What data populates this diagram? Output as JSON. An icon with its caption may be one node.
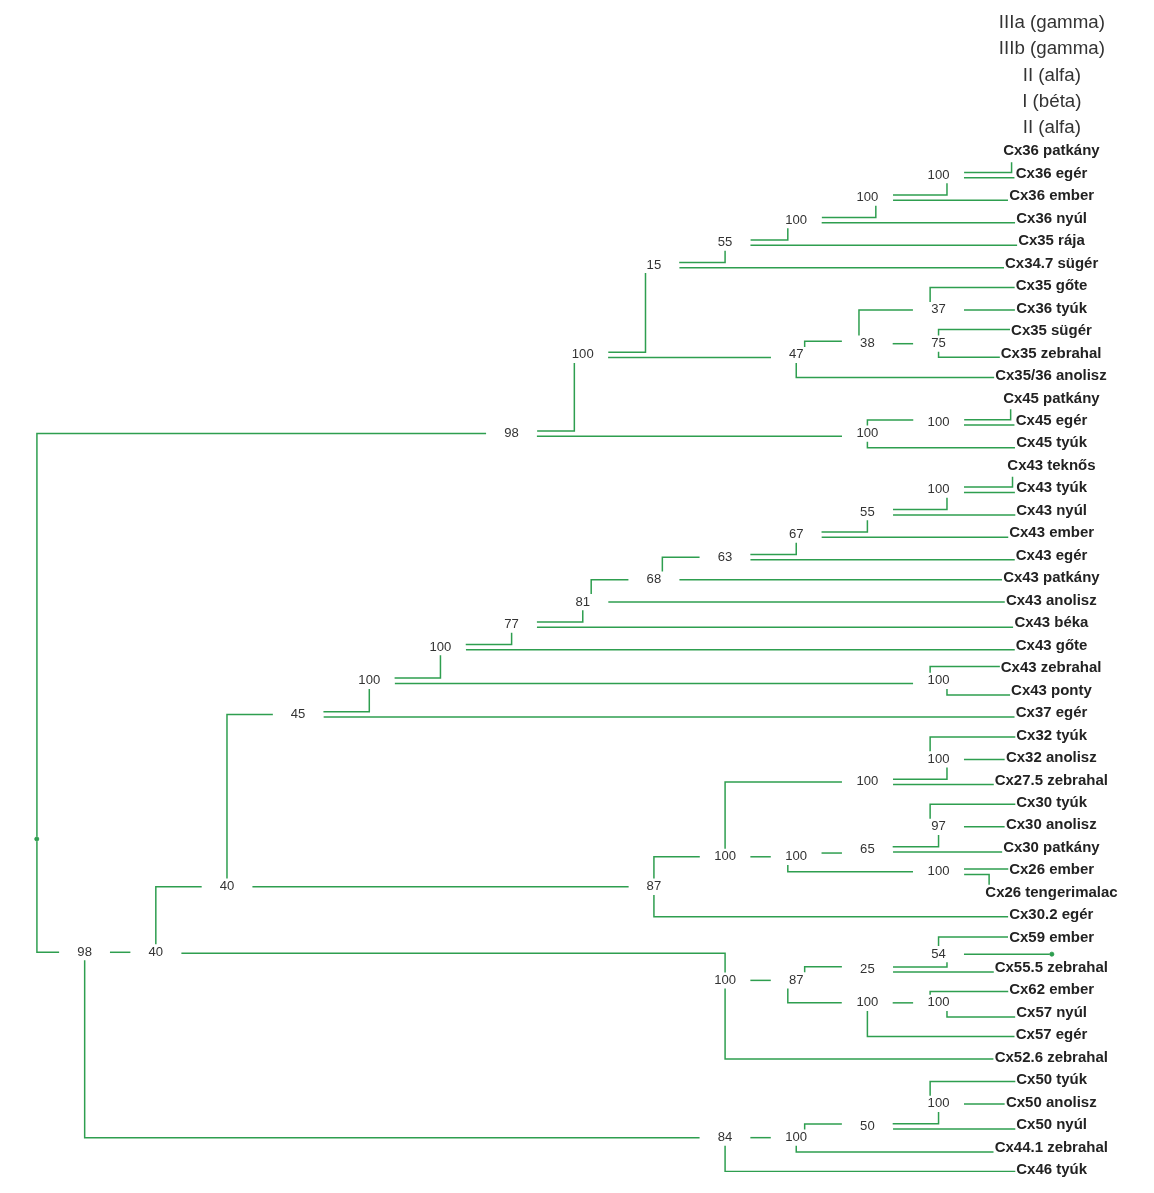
{
  "diagram": {
    "nodes": [
      {
        "text": [],
        "shape": "point"
      },
      {
        "text": [
          "98"
        ]
      },
      {
        "text": [
          "100"
        ]
      },
      {
        "text": [
          "15"
        ]
      },
      {
        "text": [
          "55"
        ]
      },
      {
        "text": [
          "100"
        ]
      },
      {
        "text": [
          "100"
        ]
      },
      {
        "text": [
          "100"
        ]
      },
      {
        "text": [
          "Cx36 patkány"
        ]
      },
      {
        "text": [
          "Cx36 egér"
        ]
      },
      {
        "text": [
          "Cx36 ember"
        ]
      },
      {
        "text": [
          "Cx36 nyúl"
        ]
      },
      {
        "text": [
          "Cx35 rája"
        ]
      },
      {
        "text": [
          "Cx34.7 sügér"
        ]
      },
      {
        "text": [
          "47"
        ]
      },
      {
        "text": [
          "38"
        ]
      },
      {
        "text": [
          "37"
        ]
      },
      {
        "text": [
          "Cx35 gőte"
        ]
      },
      {
        "text": [
          "Cx36 tyúk"
        ]
      },
      {
        "text": [
          "75"
        ]
      },
      {
        "text": [
          "Cx35 sügér"
        ]
      },
      {
        "text": [
          "Cx35 zebrahal"
        ]
      },
      {
        "text": [
          "Cx35/36 anolisz"
        ]
      },
      {
        "text": [
          "100"
        ]
      },
      {
        "text": [
          "100"
        ]
      },
      {
        "text": [
          "Cx45 patkány"
        ]
      },
      {
        "text": [
          "Cx45 egér"
        ]
      },
      {
        "text": [
          "Cx45 tyúk"
        ]
      },
      {
        "text": [
          "98"
        ]
      },
      {
        "text": [
          "40"
        ]
      },
      {
        "text": [
          "40"
        ]
      },
      {
        "text": [
          "45"
        ]
      },
      {
        "text": [
          "100"
        ]
      },
      {
        "text": [
          "100"
        ]
      },
      {
        "text": [
          "77"
        ]
      },
      {
        "text": [
          "81"
        ]
      },
      {
        "text": [
          "68"
        ]
      },
      {
        "text": [
          "63"
        ]
      },
      {
        "text": [
          "67"
        ]
      },
      {
        "text": [
          "55"
        ]
      },
      {
        "text": [
          "100"
        ]
      },
      {
        "text": [
          "Cx43 teknős"
        ]
      },
      {
        "text": [
          "Cx43 tyúk"
        ]
      },
      {
        "text": [
          "Cx43 nyúl"
        ]
      },
      {
        "text": [
          "Cx43 ember"
        ]
      },
      {
        "text": [
          "Cx43 egér"
        ]
      },
      {
        "text": [
          "Cx43 patkány"
        ]
      },
      {
        "text": [
          "Cx43 anolisz"
        ]
      },
      {
        "text": [
          "Cx43 béka"
        ]
      },
      {
        "text": [
          "Cx43 gőte"
        ]
      },
      {
        "text": [
          "100"
        ]
      },
      {
        "text": [
          "Cx43 zebrahal"
        ]
      },
      {
        "text": [
          "Cx43 ponty"
        ]
      },
      {
        "text": [
          "Cx37 egér"
        ]
      },
      {
        "text": [
          "87"
        ]
      },
      {
        "text": [
          "100"
        ]
      },
      {
        "text": [
          "100"
        ]
      },
      {
        "text": [
          "100"
        ]
      },
      {
        "text": [
          "Cx32 tyúk"
        ]
      },
      {
        "text": [
          "Cx32 anolisz"
        ]
      },
      {
        "text": [
          "Cx27.5 zebrahal"
        ]
      },
      {
        "text": [
          "100"
        ]
      },
      {
        "text": [
          "65"
        ]
      },
      {
        "text": [
          "97"
        ]
      },
      {
        "text": [
          "Cx30 tyúk"
        ]
      },
      {
        "text": [
          "Cx30 anolisz"
        ]
      },
      {
        "text": [
          "Cx30 patkány"
        ]
      },
      {
        "text": [
          "100"
        ]
      },
      {
        "text": [
          "Cx26 ember"
        ]
      },
      {
        "text": [
          "Cx26 tengerimalac"
        ]
      },
      {
        "text": [
          "Cx30.2 egér"
        ]
      },
      {
        "text": [
          "100"
        ]
      },
      {
        "text": [
          "87"
        ]
      },
      {
        "text": [
          "25"
        ]
      },
      {
        "text": [
          "54"
        ]
      },
      {
        "text": [
          "Cx59 ember"
        ]
      },
      {
        "text": [],
        "shape": "point"
      },
      {
        "text": [
          "Cx55.5 zebrahal"
        ]
      },
      {
        "text": [
          "100"
        ]
      },
      {
        "text": [
          "100"
        ]
      },
      {
        "text": [
          "Cx62 ember"
        ]
      },
      {
        "text": [
          "Cx57 nyúl"
        ]
      },
      {
        "text": [
          "Cx57 egér"
        ]
      },
      {
        "text": [
          "Cx52.6 zebrahal"
        ]
      },
      {
        "text": [
          "84"
        ]
      },
      {
        "text": [
          "100"
        ]
      },
      {
        "text": [
          "50"
        ]
      },
      {
        "text": [
          "100"
        ]
      },
      {
        "text": [
          "Cx50 tyúk"
        ]
      },
      {
        "text": [
          "Cx50 anolisz"
        ]
      },
      {
        "text": [
          "Cx50 nyúl"
        ]
      },
      {
        "text": [
          "Cx44.1 zebrahal"
        ]
      },
      {
        "text": [
          "Cx46 tyúk"
        ]
      }
    ],
    "edges": [
      {
        "from": 0,
        "to": 1,
        "arrow": "none"
      },
      {
        "from": 0,
        "to": 28,
        "arrow": "none"
      },
      {
        "from": 1,
        "to": 2,
        "arrow": "none"
      },
      {
        "from": 1,
        "to": 23,
        "arrow": "none"
      },
      {
        "from": 2,
        "to": 3,
        "arrow": "none"
      },
      {
        "from": 2,
        "to": 14,
        "arrow": "none"
      },
      {
        "from": 3,
        "to": 4,
        "arrow": "none"
      },
      {
        "from": 3,
        "to": 13,
        "arrow": "none"
      },
      {
        "from": 4,
        "to": 5,
        "arrow": "none"
      },
      {
        "from": 4,
        "to": 12,
        "arrow": "none"
      },
      {
        "from": 5,
        "to": 6,
        "arrow": "none"
      },
      {
        "from": 5,
        "to": 11,
        "arrow": "none"
      },
      {
        "from": 6,
        "to": 7,
        "arrow": "none"
      },
      {
        "from": 6,
        "to": 10,
        "arrow": "none"
      },
      {
        "from": 7,
        "to": 8,
        "arrow": "none"
      },
      {
        "from": 7,
        "to": 9,
        "arrow": "none"
      },
      {
        "from": 14,
        "to": 15,
        "arrow": "none"
      },
      {
        "from": 14,
        "to": 22,
        "arrow": "none"
      },
      {
        "from": 15,
        "to": 16,
        "arrow": "none"
      },
      {
        "from": 15,
        "to": 19,
        "arrow": "none"
      },
      {
        "from": 16,
        "to": 17,
        "arrow": "none"
      },
      {
        "from": 16,
        "to": 18,
        "arrow": "none"
      },
      {
        "from": 19,
        "to": 20,
        "arrow": "none"
      },
      {
        "from": 19,
        "to": 21,
        "arrow": "none"
      },
      {
        "from": 23,
        "to": 24,
        "arrow": "none"
      },
      {
        "from": 23,
        "to": 27,
        "arrow": "none"
      },
      {
        "from": 24,
        "to": 25,
        "arrow": "none"
      },
      {
        "from": 24,
        "to": 26,
        "arrow": "none"
      },
      {
        "from": 28,
        "to": 29,
        "arrow": "none"
      },
      {
        "from": 28,
        "to": 84,
        "arrow": "none"
      },
      {
        "from": 29,
        "to": 30,
        "arrow": "none"
      },
      {
        "from": 29,
        "to": 71,
        "arrow": "none"
      },
      {
        "from": 30,
        "to": 31,
        "arrow": "none"
      },
      {
        "from": 30,
        "to": 54,
        "arrow": "none"
      },
      {
        "from": 31,
        "to": 32,
        "arrow": "none"
      },
      {
        "from": 31,
        "to": 53,
        "arrow": "none"
      },
      {
        "from": 32,
        "to": 33,
        "arrow": "none"
      },
      {
        "from": 32,
        "to": 50,
        "arrow": "none"
      },
      {
        "from": 33,
        "to": 34,
        "arrow": "none"
      },
      {
        "from": 33,
        "to": 49,
        "arrow": "none"
      },
      {
        "from": 34,
        "to": 35,
        "arrow": "none"
      },
      {
        "from": 34,
        "to": 48,
        "arrow": "none"
      },
      {
        "from": 35,
        "to": 36,
        "arrow": "none"
      },
      {
        "from": 35,
        "to": 47,
        "arrow": "none"
      },
      {
        "from": 36,
        "to": 37,
        "arrow": "none"
      },
      {
        "from": 36,
        "to": 46,
        "arrow": "none"
      },
      {
        "from": 37,
        "to": 38,
        "arrow": "none"
      },
      {
        "from": 37,
        "to": 45,
        "arrow": "none"
      },
      {
        "from": 38,
        "to": 39,
        "arrow": "none"
      },
      {
        "from": 38,
        "to": 44,
        "arrow": "none"
      },
      {
        "from": 39,
        "to": 40,
        "arrow": "none"
      },
      {
        "from": 39,
        "to": 43,
        "arrow": "none"
      },
      {
        "from": 40,
        "to": 41,
        "arrow": "none"
      },
      {
        "from": 40,
        "to": 42,
        "arrow": "none"
      },
      {
        "from": 50,
        "to": 51,
        "arrow": "none"
      },
      {
        "from": 50,
        "to": 52,
        "arrow": "none"
      },
      {
        "from": 54,
        "to": 55,
        "arrow": "none"
      },
      {
        "from": 54,
        "to": 70,
        "arrow": "none"
      },
      {
        "from": 55,
        "to": 56,
        "arrow": "none"
      },
      {
        "from": 55,
        "to": 61,
        "arrow": "none"
      },
      {
        "from": 56,
        "to": 57,
        "arrow": "none"
      },
      {
        "from": 56,
        "to": 60,
        "arrow": "none"
      },
      {
        "from": 57,
        "to": 58,
        "arrow": "none"
      },
      {
        "from": 57,
        "to": 59,
        "arrow": "none"
      },
      {
        "from": 61,
        "to": 62,
        "arrow": "none"
      },
      {
        "from": 61,
        "to": 67,
        "arrow": "none"
      },
      {
        "from": 62,
        "to": 63,
        "arrow": "none"
      },
      {
        "from": 62,
        "to": 66,
        "arrow": "none"
      },
      {
        "from": 63,
        "to": 64,
        "arrow": "none"
      },
      {
        "from": 63,
        "to": 65,
        "arrow": "none"
      },
      {
        "from": 67,
        "to": 68,
        "arrow": "none"
      },
      {
        "from": 67,
        "to": 69,
        "arrow": "none"
      },
      {
        "from": 71,
        "to": 72,
        "arrow": "none"
      },
      {
        "from": 71,
        "to": 83,
        "arrow": "none"
      },
      {
        "from": 72,
        "to": 73,
        "arrow": "none"
      },
      {
        "from": 72,
        "to": 78,
        "arrow": "none"
      },
      {
        "from": 73,
        "to": 74,
        "arrow": "none"
      },
      {
        "from": 73,
        "to": 77,
        "arrow": "none"
      },
      {
        "from": 74,
        "to": 75,
        "arrow": "none"
      },
      {
        "from": 74,
        "to": 76,
        "arrow": "none"
      },
      {
        "from": 78,
        "to": 79,
        "arrow": "none"
      },
      {
        "from": 78,
        "to": 82,
        "arrow": "none"
      },
      {
        "from": 79,
        "to": 80,
        "arrow": "none"
      },
      {
        "from": 79,
        "to": 81,
        "arrow": "none"
      },
      {
        "from": 84,
        "to": 85,
        "arrow": "none"
      },
      {
        "from": 84,
        "to": 92,
        "arrow": "none"
      },
      {
        "from": 85,
        "to": 86,
        "arrow": "none"
      },
      {
        "from": 85,
        "to": 91,
        "arrow": "none"
      },
      {
        "from": 86,
        "to": 87,
        "arrow": "none"
      },
      {
        "from": 86,
        "to": 90,
        "arrow": "none"
      },
      {
        "from": 87,
        "to": 88,
        "arrow": "none"
      },
      {
        "from": 87,
        "to": 89,
        "arrow": "none"
      }
    ],
    "labels": [
      "IIIa (gamma)",
      "IIIb (gamma)",
      "II (alfa)",
      "I (béta)",
      "II (alfa)"
    ]
  }
}
